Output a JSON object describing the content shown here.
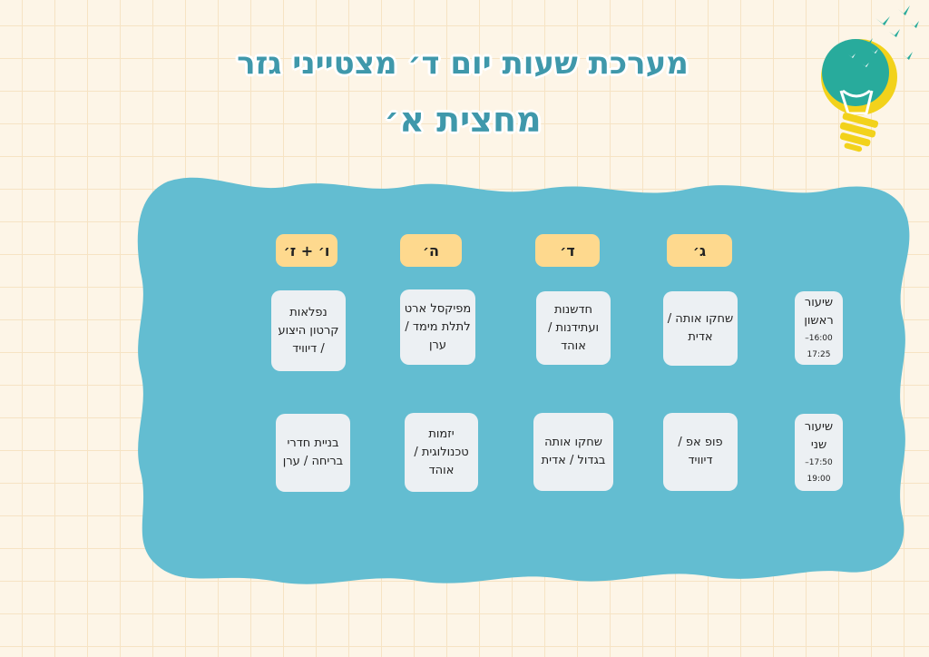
{
  "title": {
    "line1": "מערכת שעות יום ד׳ מצטייני גזר",
    "line2": "מחצית א׳"
  },
  "colors": {
    "accent": "#3f98ab",
    "blob": "#63bdd1",
    "header": "#fed98e",
    "cell": "#ecf0f3"
  },
  "days": [
    "ג׳",
    "ד׳",
    "ה׳",
    "ו׳ + ז׳"
  ],
  "lessons": [
    {
      "name": "שיעור ראשון",
      "time": "16:00–17:25",
      "classes": [
        "שחקו אותה / אדית",
        "חדשנות ועתידנות / אוהד",
        "מפיקסל ארט לתלת מימד / ערן",
        "נפלאות קרטון היצוע / דיוויד"
      ]
    },
    {
      "name": "שיעור שני",
      "time": "17:50–19:00",
      "classes": [
        "פופ אפ / דיוויד",
        "שחקו אותה בגדול / אדית",
        "יזמות טכנולוגית / אוהד",
        "בניית חדרי בריחה / ערן"
      ]
    }
  ],
  "icons": {
    "decoration": "lightbulb-birds-icon"
  }
}
